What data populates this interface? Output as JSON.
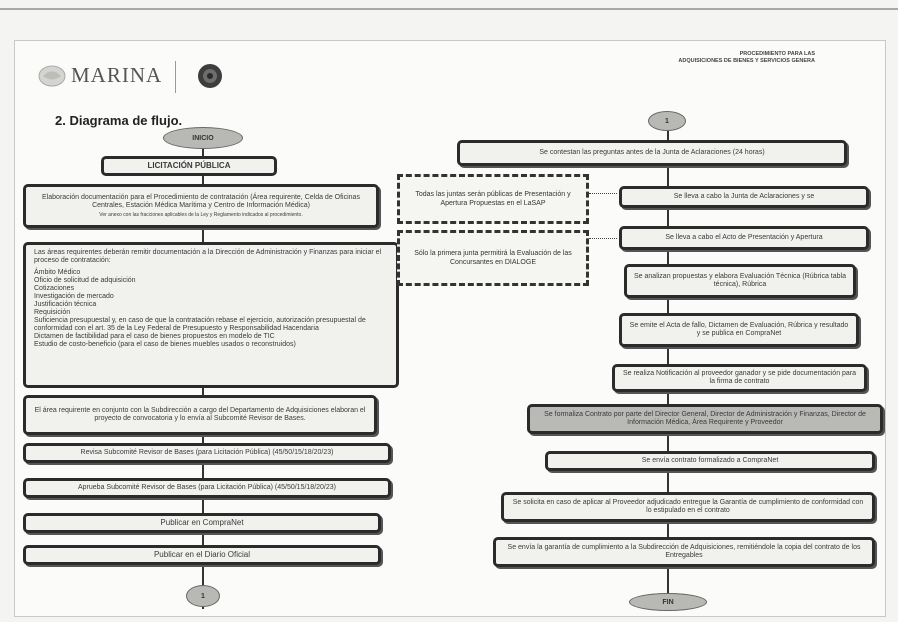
{
  "header": {
    "logo_text": "MARINA",
    "right_line1": "PROCEDIMIENTO PARA LAS",
    "right_line2": "ADQUISICIONES DE BIENES Y SERVICIOS GENERA"
  },
  "section_title": "2.  Diagrama de flujo.",
  "left": {
    "start": "INICIO",
    "title": "LICITACIÓN PÚBLICA",
    "box1": "Elaboración documentación para el Procedimiento de contratación (Área requirente, Celda de Oficinas Centrales, Estación Médica Marítima y Centro de Información Médica)",
    "box1_note": "Ver anexo con las fracciones aplicables de la Ley y Reglamento indicados al procedimiento.",
    "list_intro": "Las áreas requirentes deberán remitir documentación a la Dirección de Administración y Finanzas para iniciar el proceso de contratación:",
    "list_items": [
      "Ámbito Médico",
      "Oficio de solicitud de adquisición",
      "Cotizaciones",
      "Investigación de mercado",
      "Justificación técnica",
      "Requisición",
      "Suficiencia presupuestal y, en caso de que la contratación rebase el ejercicio, autorización presupuestal de conformidad con el art. 35 de la Ley Federal de Presupuesto y Responsabilidad Hacendaria",
      "Dictamen de factibilidad para el caso de bienes propuestos en modelo de TIC",
      "Estudio de costo-beneficio (para el caso de bienes muebles usados o reconstruidos)"
    ],
    "box_prepare": "El área requirente en conjunto con la Subdirección a cargo del Departamento de Adquisiciones elaboran el proyecto de convocatoria y lo envía al Subcomité Revisor de Bases.",
    "box_review": "Revisa Subcomité Revisor de Bases (para Licitación Pública) (45/50/15/18/20/23)",
    "box_approve": "Aprueba Subcomité Revisor de Bases (para Licitación Pública) (45/50/15/18/20/23)",
    "box_compranet": "Publicar en CompraNet",
    "box_dof": "Publicar en el Diario Oficial",
    "connector": "1"
  },
  "middle": {
    "dashed1": "Todas las juntas serán públicas de Presentación y Apertura Propuestas en el LaSAP",
    "dashed2": "Sólo la primera junta permitirá la Evaluación de las Concursantes en DIALOGE"
  },
  "right": {
    "connector": "1",
    "box1": "Se contestan las preguntas antes de la Junta de Aclaraciones (24 horas)",
    "box2": "Se lleva a cabo la Junta de Aclaraciones y se",
    "box3": "Se lleva a cabo el Acto de Presentación y Apertura",
    "box4": "Se analizan propuestas y elabora Evaluación Técnica (Rúbrica tabla técnica), Rúbrica",
    "box5": "Se emite el Acta de fallo, Dictamen de Evaluación, Rúbrica y resultado y se publica en CompraNet",
    "box6": "Se realiza Notificación al proveedor ganador y se pide documentación para la firma de contrato",
    "box7": "Se formaliza Contrato por parte del Director General, Director de Administración y Finanzas, Director de Información Médica, Área Requirente y Proveedor",
    "box8": "Se envía contrato formalizado a CompraNet",
    "box9": "Se solicita en caso de aplicar al Proveedor adjudicado entregue la Garantía de cumplimiento de conformidad con lo estipulado en el contrato",
    "box10": "Se envía la garantía de cumplimiento a la Subdirección de Adquisiciones, remitiéndole la copia del contrato de los Entregables",
    "end": "FIN"
  }
}
